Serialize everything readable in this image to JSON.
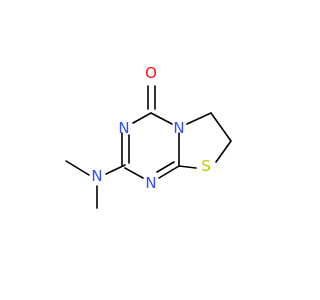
{
  "colors": {
    "bond": "#000000",
    "oxygen": "#ff0d0d",
    "nitrogen": "#3050f8",
    "sulfur": "#c6c600"
  },
  "atoms": {
    "o1": "O",
    "n_top": "N",
    "n_ring": "N",
    "n_bottom": "N",
    "n_amine": "N",
    "s1": "S"
  }
}
